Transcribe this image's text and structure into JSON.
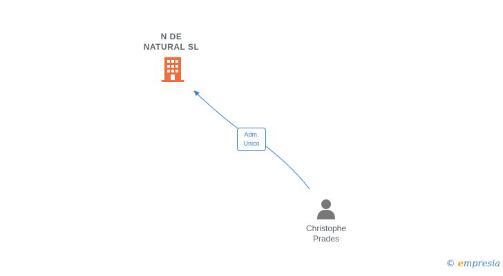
{
  "company": {
    "name_line1": "N DE",
    "name_line2": "NATURAL SL",
    "icon": "building-icon",
    "icon_color": "#f26b3a"
  },
  "relation": {
    "role_line1": "Adm.",
    "role_line2": "Unico",
    "color": "#3d7fc9"
  },
  "person": {
    "name_line1": "Christophe",
    "name_line2": "Prades",
    "icon": "person-icon",
    "icon_color": "#777777"
  },
  "watermark": {
    "copyright_symbol": "©",
    "brand_initial": "e",
    "brand_rest": "mpresia"
  }
}
